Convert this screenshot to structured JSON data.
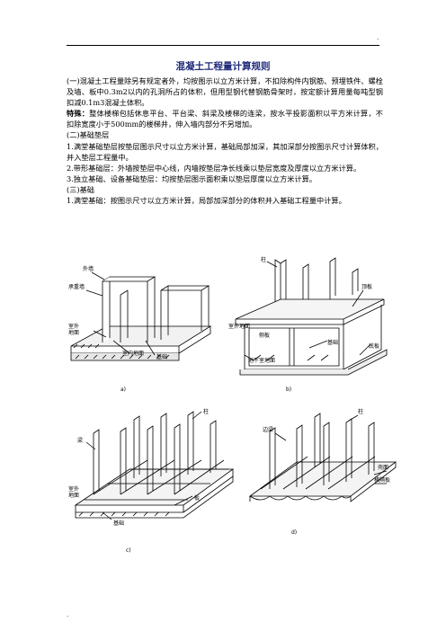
{
  "header": {
    "mark": "."
  },
  "title": "混凝土工程量计算规则",
  "paragraphs": {
    "p1": "(一)混凝土工程量除另有规定者外，均按图示以立方米计算，不扣除构件内钢筋、预埋铁件、螺栓及墙、板中0.3m2以内的孔洞所占的体积，但用型钢代替钢筋骨架时，按定额计算用量每吨型钢扣减0.1m3混凝土体积。",
    "p2_bold": "特殊：",
    "p2": "整体楼梯包括休息平台、平台梁、斜梁及楼梯的连梁，按水平投影面积以平方米计算，不扣除宽度小于500mm的楼梯井，伸入墙内部分不另增加。",
    "p3": "(二)基础垫层",
    "p4": "1.满堂基础垫层按垫层图示尺寸以立方米计算，基础局部加深，其加深部分按图示尺寸计算体积，并入垫层工程量中。",
    "p5": "2.带形基础层：外墙按垫层中心线，内墙按垫层净长线乘以垫层宽度及厚度以立方米计算。",
    "p6": "3.独立基础、设备基础垫层：均按垫层图示面积乘以垫层厚度以立方米计算。",
    "p7": "(三)基础",
    "p8": "1.满堂基础：按图示尺寸以立方米计算，局部加深部分的体积并入基础工程量中计算。"
  },
  "figures": {
    "a": {
      "caption": "a)",
      "labels": {
        "outer_wall": "外墙",
        "bearing_wall": "承重墙",
        "outdoor_ground": "室外\n地面",
        "indoor_ground": "室内地面",
        "foundation": "基础"
      }
    },
    "b": {
      "caption": "b)",
      "labels": {
        "column": "柱",
        "top_slab": "顶板",
        "side_wall": "侧板",
        "outdoor_ground": "室外地面",
        "foundation": "基础",
        "basement_ground": "地下室地面",
        "bottom_slab": "底板"
      }
    },
    "c": {
      "caption": "c)",
      "labels": {
        "beam": "梁",
        "column": "柱",
        "outdoor_ground": "室外\n地面",
        "slab": "板",
        "footing": "基础"
      }
    },
    "d": {
      "caption": "d)",
      "labels": {
        "column": "柱",
        "edge_beam": "边梁",
        "strip": "壳面",
        "transverse": "横隔板"
      }
    }
  },
  "footer": {
    "mark": "."
  }
}
